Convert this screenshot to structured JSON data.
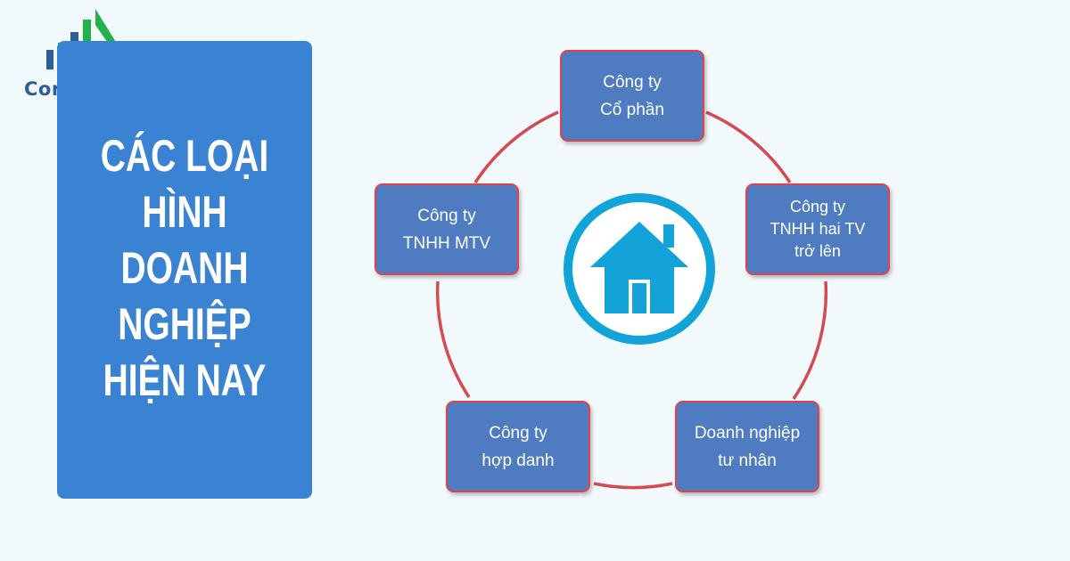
{
  "brand": {
    "name": "Consulting",
    "colors": {
      "green": "#23b14d",
      "blue": "#2c5f96"
    }
  },
  "title_panel": {
    "lines": [
      "CÁC LOẠI",
      "HÌNH",
      "DOANH",
      "NGHIỆP",
      "HIỆN NAY"
    ],
    "background": "#3a83d3"
  },
  "diagram": {
    "center_icon": "house-icon",
    "ring_color": "#e0424a",
    "node_color": "#4f7cc1",
    "nodes": [
      {
        "lines": [
          "Công ty",
          "Cổ phần"
        ]
      },
      {
        "lines": [
          "Công ty",
          "TNHH hai TV",
          "trở lên"
        ]
      },
      {
        "lines": [
          "Doanh nghiệp",
          "tư nhân"
        ]
      },
      {
        "lines": [
          "Công ty",
          "hợp danh"
        ]
      },
      {
        "lines": [
          "Công ty",
          "TNHH MTV"
        ]
      }
    ]
  }
}
